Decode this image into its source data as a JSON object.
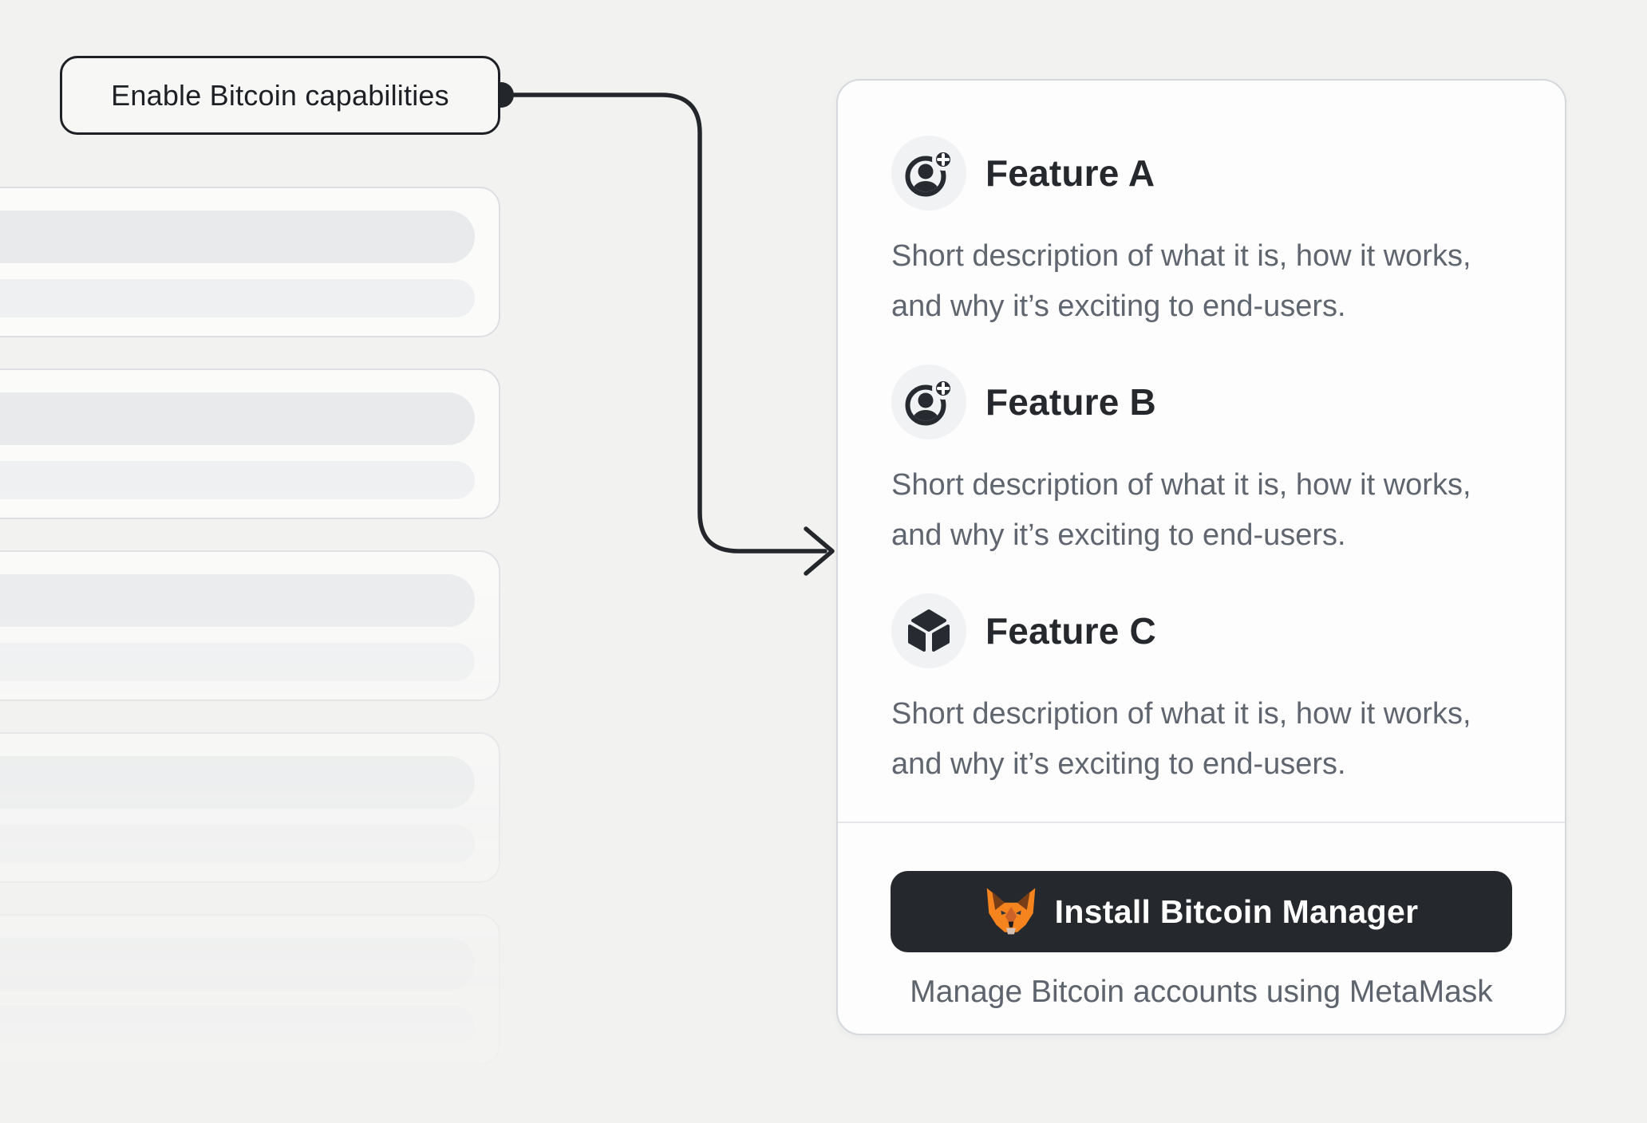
{
  "callout": {
    "label": "Enable Bitcoin capabilities"
  },
  "connector": {
    "color": "#23272c",
    "style": "elbow-arrow-right"
  },
  "skeleton": {
    "card_count": 5,
    "bars_per_card": 2
  },
  "panel": {
    "features": [
      {
        "icon": "account-add-icon",
        "title": "Feature A",
        "description": "Short description of what it is, how it works, and why it’s exciting to end-users."
      },
      {
        "icon": "account-add-icon",
        "title": "Feature B",
        "description": "Short description of what it is, how it works, and why it’s exciting to end-users."
      },
      {
        "icon": "cube-icon",
        "title": "Feature C",
        "description": "Short description of what it is, how it works, and why it’s exciting to end-users."
      }
    ],
    "install_button": {
      "icon": "metamask-fox-icon",
      "label": "Install Bitcoin Manager"
    },
    "caption": "Manage Bitcoin accounts using MetaMask"
  },
  "colors": {
    "background": "#f2f2f1",
    "ink": "#1d2126",
    "card_border": "#d5d8dc",
    "heading": "#25282d",
    "body_text": "#5f6670",
    "button_bg": "#25282c",
    "metamask_orange": "#f5841f"
  }
}
